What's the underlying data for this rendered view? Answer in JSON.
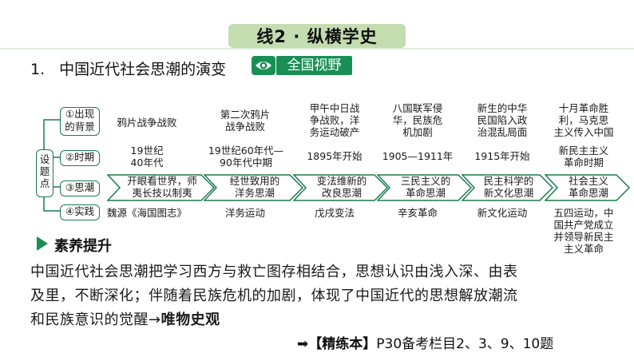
{
  "banner": "线2 · 纵横学史",
  "heading": {
    "num": "1.",
    "title": "中国近代社会思潮的演变",
    "badge": "全国视野"
  },
  "side_label": "设题点",
  "row_labels": [
    "①出现的背景",
    "②时期",
    "③思潮",
    "④实践"
  ],
  "columns": [
    {
      "background": "鸦片战争战败",
      "period": "19世纪\n40年代",
      "thought": "开眼看世界，师\n夷长技以制夷",
      "practice": "魏源《海国图志》"
    },
    {
      "background": "第二次鸦片\n战争战败",
      "period": "19世纪60年代—\n90年代中期",
      "thought": "经世致用的\n洋务思潮",
      "practice": "洋务运动"
    },
    {
      "background": "甲午中日战\n争战败，洋\n务运动破产",
      "period": "1895年开始",
      "thought": "变法维新的\n改良思潮",
      "practice": "戊戌变法"
    },
    {
      "background": "八国联军侵\n华，民族危\n机加剧",
      "period": "1905—1911年",
      "thought": "三民主义的\n革命思潮",
      "practice": "辛亥革命"
    },
    {
      "background": "新生的中华\n民国陷入政\n治混乱局面",
      "period": "1915年开始",
      "thought": "民主科学的\n新文化思潮",
      "practice": "新文化运动"
    },
    {
      "background": "十月革命胜\n利，马克思\n主义传入中国",
      "period": "新民主主义\n革命时期",
      "thought": "社会主义\n革命思潮",
      "practice": "五四运动，中\n国共产党成立\n并领导新民主\n主义革命"
    }
  ],
  "suyang": {
    "title": "素养提升",
    "lines": [
      "中国近代社会思潮把学习西方与救亡图存相结合，思想认识由浅入深、由表",
      "及里，不断深化；伴随着民族危机的加剧，体现了中国近代的思想解放潮流",
      "和民族意识的觉醒"
    ],
    "arrow": "→",
    "conclusion": "唯物史观"
  },
  "reference": {
    "arrow": "➡",
    "book": "【精练本】",
    "text": "P30备考栏目2、3、9、10题"
  },
  "colors": {
    "accent": "#1a8f55",
    "banner_bg": "#c4ddb0",
    "border": "#1a7a4f"
  }
}
